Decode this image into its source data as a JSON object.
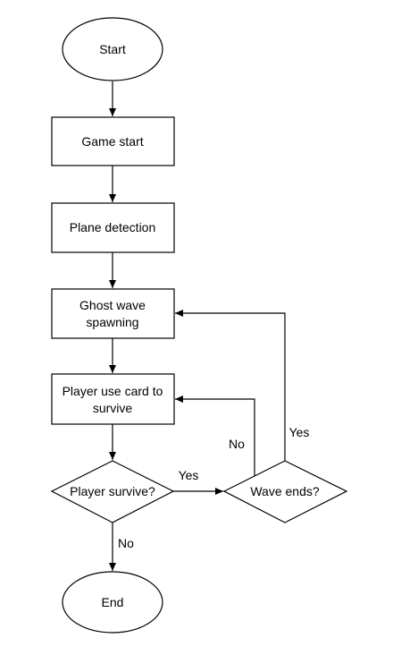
{
  "diagram": {
    "nodes": {
      "start": "Start",
      "game_start": "Game start",
      "plane_detection": "Plane detection",
      "ghost_wave_line1": "Ghost wave",
      "ghost_wave_line2": "spawning",
      "player_card_line1": "Player use card to",
      "player_card_line2": "survive",
      "player_survive": "Player survive?",
      "wave_ends": "Wave ends?",
      "end": "End"
    },
    "edge_labels": {
      "survive_yes": "Yes",
      "survive_no": "No",
      "wave_yes": "Yes",
      "wave_no": "No"
    }
  }
}
